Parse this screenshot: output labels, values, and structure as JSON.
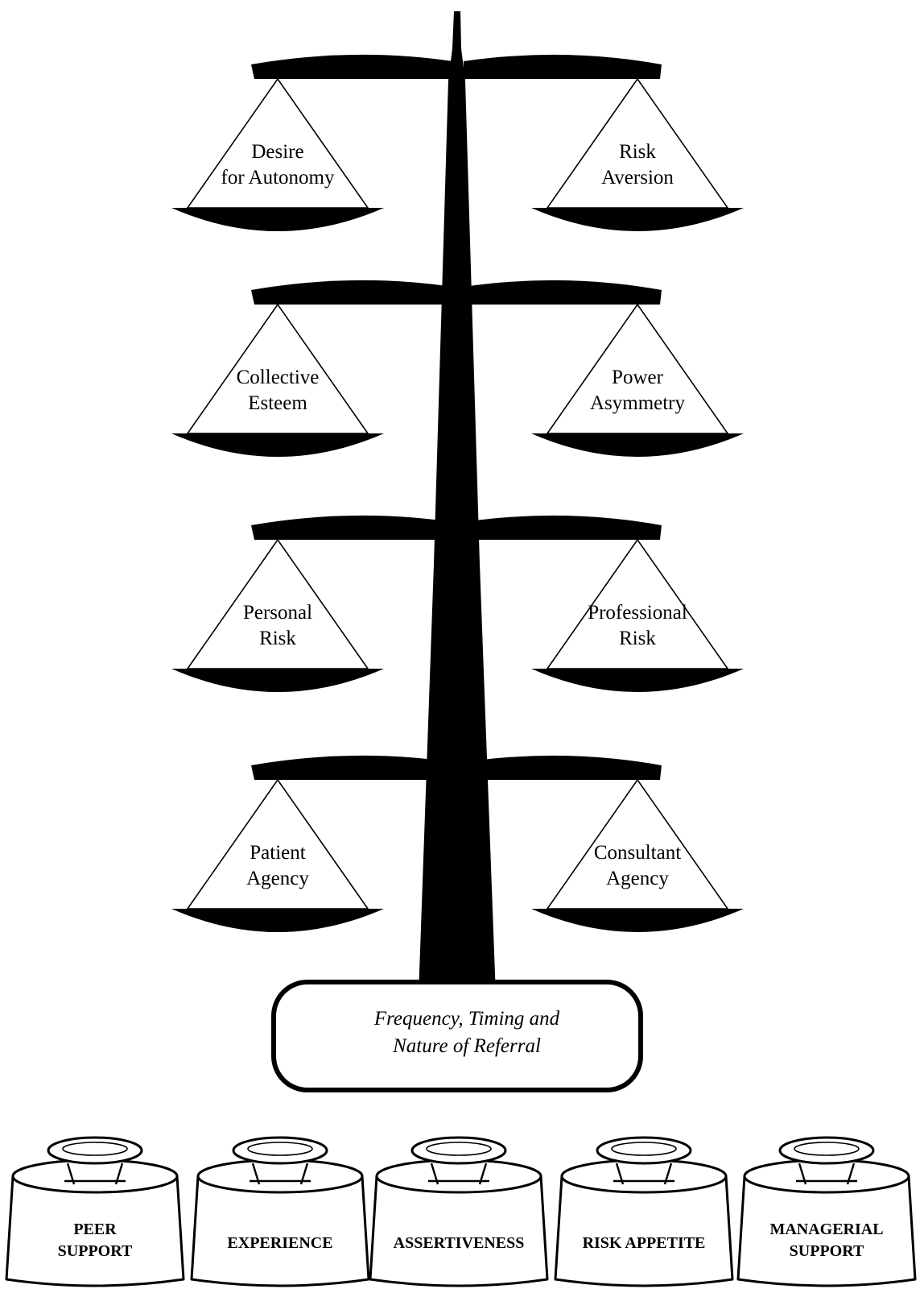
{
  "scale": {
    "tiers": [
      {
        "left": [
          "Desire",
          "for Autonomy"
        ],
        "right": [
          "Risk",
          "Aversion"
        ]
      },
      {
        "left": [
          "Collective",
          "Esteem"
        ],
        "right": [
          "Power",
          "Asymmetry"
        ]
      },
      {
        "left": [
          "Personal",
          "Risk"
        ],
        "right": [
          "Professional",
          "Risk"
        ]
      },
      {
        "left": [
          "Patient",
          "Agency"
        ],
        "right": [
          "Consultant",
          "Agency"
        ]
      }
    ],
    "base": [
      "Frequency, Timing and",
      "Nature of Referral"
    ]
  },
  "weights": [
    [
      "PEER",
      "SUPPORT"
    ],
    [
      "EXPERIENCE"
    ],
    [
      "ASSERTIVENESS"
    ],
    [
      "RISK APPETITE"
    ],
    [
      "MANAGERIAL",
      "SUPPORT"
    ]
  ],
  "colors": {
    "ink": "#000000",
    "paper": "#ffffff"
  }
}
